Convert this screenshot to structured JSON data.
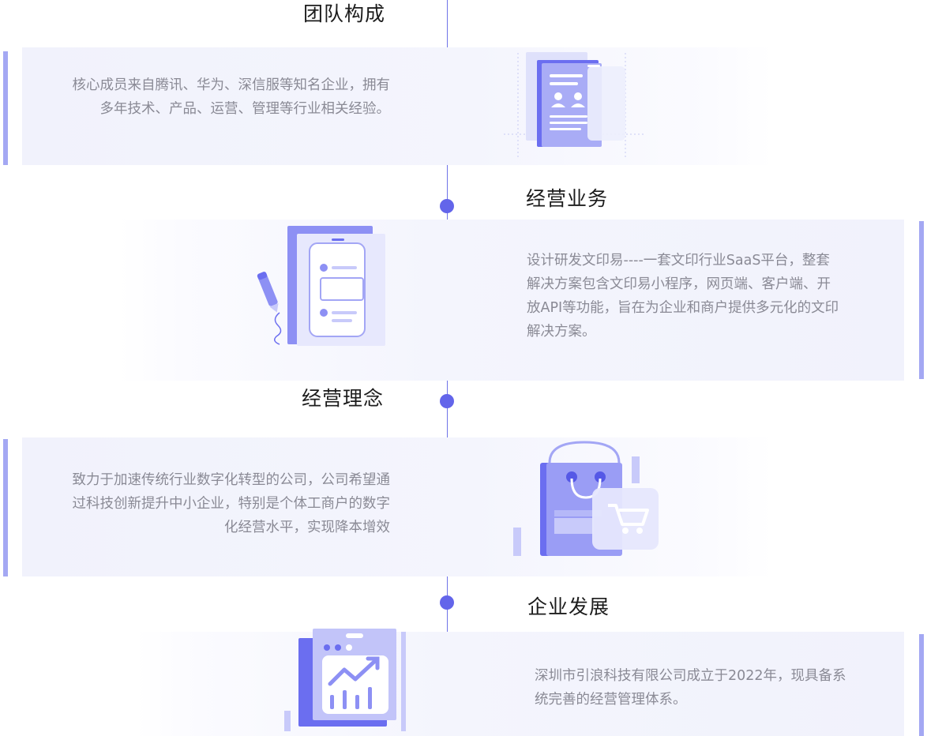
{
  "sections": [
    {
      "title": "团队构成",
      "description": "核心成员来自腾讯、华为、深信服等知名企业，拥有多年技术、产品、运营、管理等行业相关经验。",
      "icon": "team-document-icon"
    },
    {
      "title": "经营业务",
      "description": "设计研发文印易----一套文印行业SaaS平台，整套解决方案包含文印易小程序，网页端、客户端、开放API等功能，旨在为企业和商户提供多元化的文印解决方案。",
      "icon": "clipboard-pen-icon"
    },
    {
      "title": "经营理念",
      "description": "致力于加速传统行业数字化转型的公司，公司希望通过科技创新提升中小企业，特别是个体工商户的数字化经营水平，实现降本增效",
      "icon": "shopping-bag-cart-icon"
    },
    {
      "title": "企业发展",
      "description": "深圳市引浪科技有限公司成立于2022年，现具备系统完善的经营管理体系。",
      "icon": "growth-chart-icon"
    }
  ],
  "colors": {
    "accent": "#6365ea",
    "line": "#6f73e8",
    "bar": "#a4a8f3",
    "card": "#f1f2fc",
    "title_text": "#1c1c1c",
    "desc_text": "#8a8a95"
  }
}
